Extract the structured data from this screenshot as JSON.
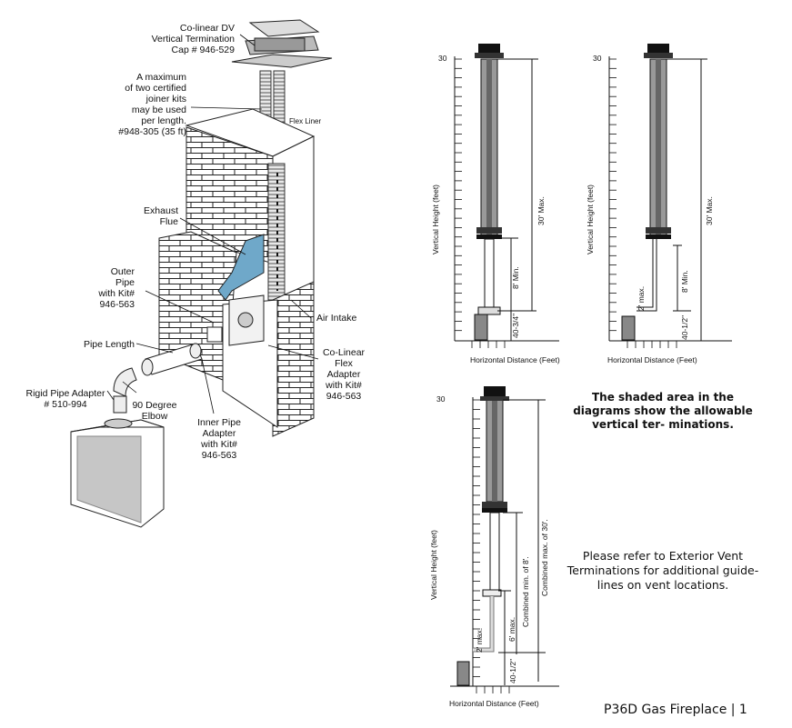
{
  "isometric": {
    "cap": "Co-linear DV\nVertical Termination\nCap # 946-529",
    "joiner": "A maximum\nof two certified\njoiner kits\nmay be used\nper length.\n#948-305 (35 ft)",
    "flex_liner": "Flex Liner",
    "exhaust": "Exhaust\nFlue",
    "outer": "Outer\nPipe\nwith Kit#\n946-563",
    "air": "Air Intake",
    "pipe_length": "Pipe Length",
    "colinear_adapter": "Co-Linear\nFlex\nAdapter\nwith Kit#\n946-563",
    "rigid": "Rigid Pipe Adapter\n# 510-994",
    "elbow": "90 Degree\nElbow",
    "inner": "Inner Pipe\nAdapter\nwith Kit#\n946-563"
  },
  "diagrams": [
    {
      "y_top_label": "30",
      "ylabel": "Vertical Height (feet)",
      "xlabel": "Horizontal Distance (Feet)",
      "max": "30' Max.",
      "min": "8' Min.",
      "base": "40-3/4\""
    },
    {
      "y_top_label": "30",
      "ylabel": "Vertical Height (feet)",
      "xlabel": "Horizontal Distance (Feet)",
      "max": "30' Max.",
      "min": "8' Min.",
      "offset": "2' max.",
      "base": "40-1/2\""
    },
    {
      "y_top_label": "30",
      "ylabel": "Vertical Height (feet)",
      "xlabel": "Horizontal Distance (Feet)",
      "max": "Combined max. of 30'.",
      "combined_min": "Combined min. of 8'.",
      "upper": "6' max.",
      "offset": "2' max.",
      "base": "40-1/2\""
    }
  ],
  "notes": {
    "shaded": "The shaded area in the diagrams show the allowable vertical ter- minations.",
    "refer": "Please refer to Exterior Vent Terminations for additional guide- lines on vent locations."
  },
  "footer": "P36D Gas Fireplace   |   1"
}
